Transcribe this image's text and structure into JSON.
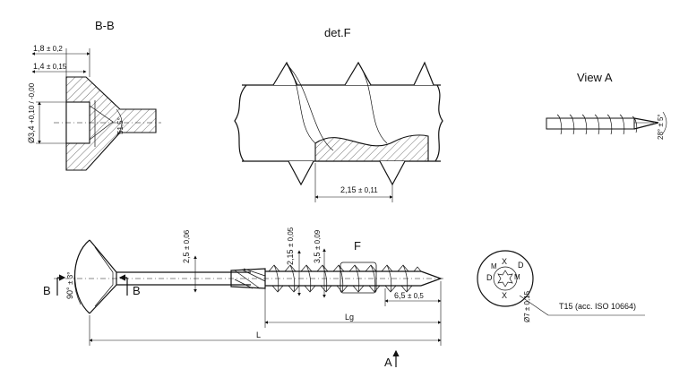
{
  "titles": {
    "section_bb": "B-B",
    "detail_f": "det.F",
    "view_a": "View A",
    "detail_marker": "F"
  },
  "section_markers": {
    "b_left": "B",
    "b_right": "B",
    "a_bottom": "A"
  },
  "dimensions": {
    "head_depth": "1,8",
    "head_depth_tol": "± 0,2",
    "recess_depth": "1,4",
    "recess_depth_tol": "± 0,15",
    "recess_dia": "Ø3,4",
    "recess_dia_tol": "+0,10 / -0,00",
    "head_angle_section": "51,5°",
    "thread_pitch": "2,15",
    "thread_pitch_tol": "± 0,11",
    "tip_angle": "28°",
    "tip_angle_tol": "± 5°",
    "shank_dia": "2,5",
    "shank_dia_tol": "± 0,06",
    "core_dia": "2,15",
    "core_dia_tol": "± 0,05",
    "thread_dia": "3,5",
    "thread_dia_tol": "± 0,09",
    "head_angle": "90°",
    "head_angle_tol": "± 3°",
    "tip_length": "6,5",
    "tip_length_tol": "± 0,5",
    "thread_length": "Lg",
    "total_length": "L",
    "head_dia": "Ø7",
    "head_dia_tol": "± 0,15"
  },
  "head_marking": {
    "left": "D",
    "top": "X",
    "right": "D",
    "bottom": "X",
    "corner_top_left": "M",
    "corner_top_right": "M"
  },
  "callouts": {
    "drive": "T15 (acc. ISO 10664)"
  }
}
